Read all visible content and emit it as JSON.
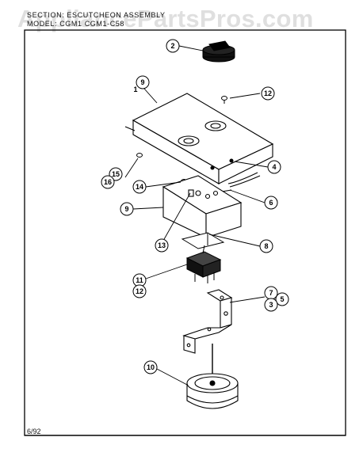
{
  "header": {
    "section_label": "Section: ESCUTCHEON ASSEMBLY",
    "model_label": "Model: CGM1 CGM1-C58"
  },
  "watermark": "AppliancePartsPros.com",
  "footer": {
    "date_code": "6/92"
  },
  "callouts": [
    {
      "id": "c2",
      "label": "2"
    },
    {
      "id": "c9a",
      "label": "9"
    },
    {
      "id": "c1",
      "label": "1"
    },
    {
      "id": "c12a",
      "label": "12"
    },
    {
      "id": "c4",
      "label": "4"
    },
    {
      "id": "c15",
      "label": "15"
    },
    {
      "id": "c16",
      "label": "16"
    },
    {
      "id": "c14",
      "label": "14"
    },
    {
      "id": "c6",
      "label": "6"
    },
    {
      "id": "c9b",
      "label": "9"
    },
    {
      "id": "c13",
      "label": "13"
    },
    {
      "id": "c8",
      "label": "8"
    },
    {
      "id": "c11",
      "label": "11"
    },
    {
      "id": "c12b",
      "label": "12"
    },
    {
      "id": "c7",
      "label": "7"
    },
    {
      "id": "c5",
      "label": "5"
    },
    {
      "id": "c3",
      "label": "3"
    },
    {
      "id": "c10",
      "label": "10"
    }
  ]
}
